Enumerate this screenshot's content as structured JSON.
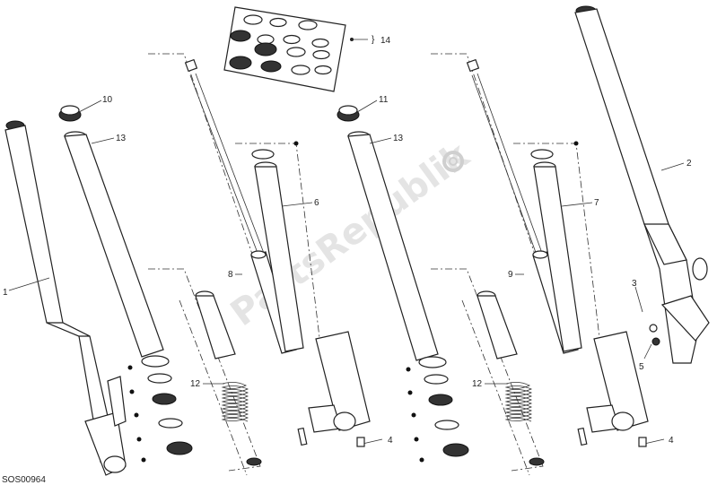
{
  "labels": {
    "l1": "1",
    "l2": "2",
    "l3": "3",
    "l4a": "4",
    "l4b": "4",
    "l5": "5",
    "l6": "6",
    "l7": "7",
    "l8": "8",
    "l9": "9",
    "l10": "10",
    "l11": "11",
    "l12a": "12",
    "l12b": "12",
    "l13a": "13",
    "l13b": "13",
    "l14": "14"
  },
  "drawing_code": "SOS00964",
  "watermark": "PartsRepublik",
  "colors": {
    "line": "#222222",
    "watermark": "#cfcfcf",
    "background": "#ffffff"
  }
}
